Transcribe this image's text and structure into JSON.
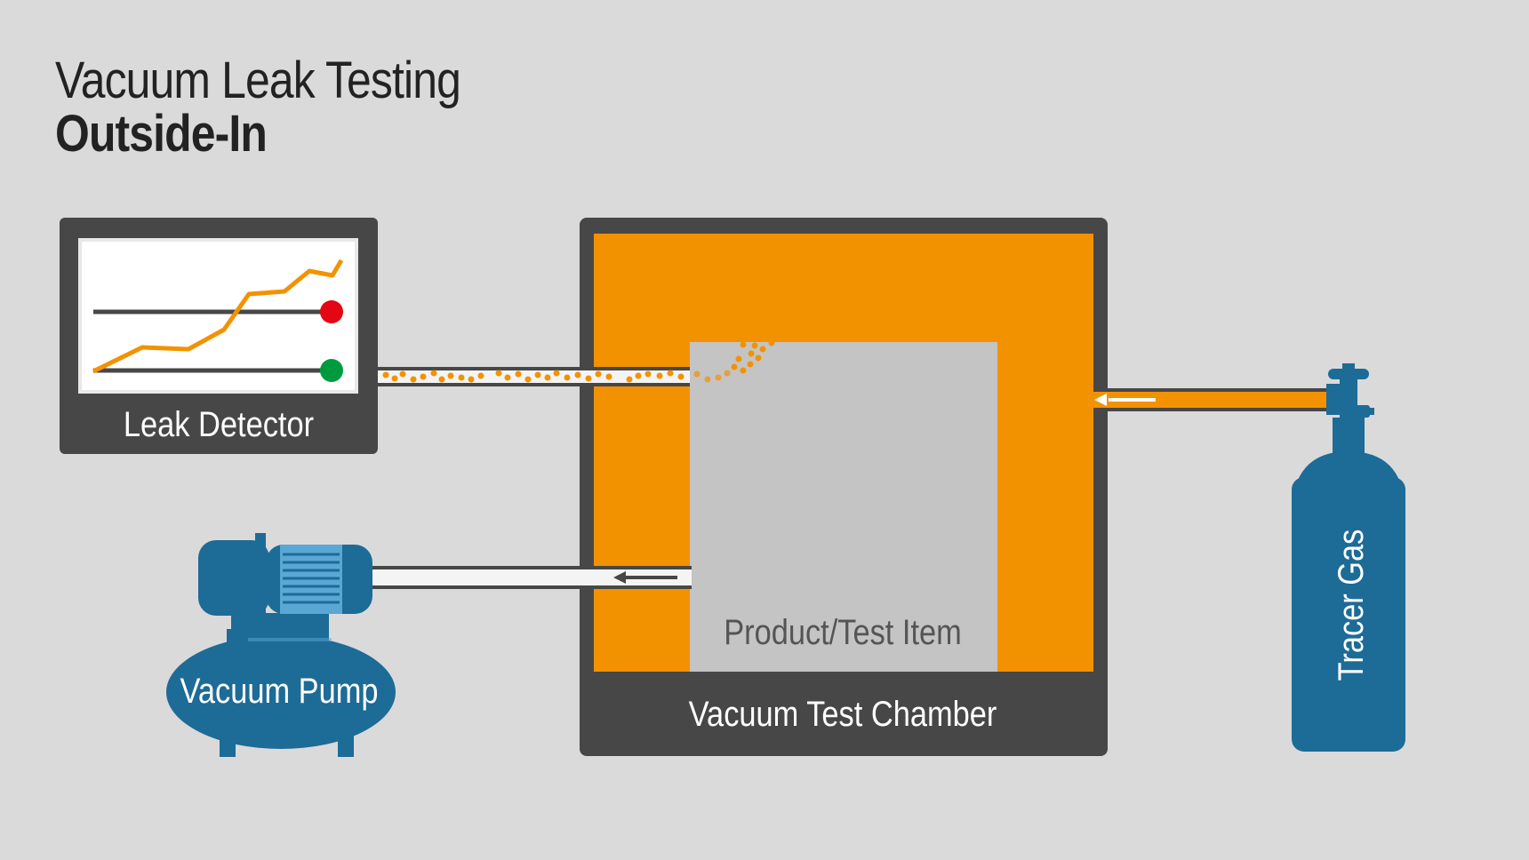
{
  "title": {
    "line1": "Vacuum Leak Testing",
    "line2": "Outside-In"
  },
  "labels": {
    "leak_detector": "Leak Detector",
    "vacuum_pump": "Vacuum Pump",
    "chamber": "Vacuum Test Chamber",
    "product": "Product/Test Item",
    "tracer_gas": "Tracer Gas"
  },
  "colors": {
    "background": "#dadada",
    "dark_gray": "#474747",
    "orange": "#f39200",
    "blue": "#1d6b97",
    "light_blue": "#5aa7d6",
    "product_gray": "#c4c4c4",
    "alarm_red": "#e30613",
    "ok_green": "#009a3e"
  },
  "detector_graph": {
    "alarm_indicator": "red-dot",
    "ok_indicator": "green-dot"
  },
  "flow": {
    "pump_line_direction": "left",
    "tracer_gas_direction": "left"
  }
}
